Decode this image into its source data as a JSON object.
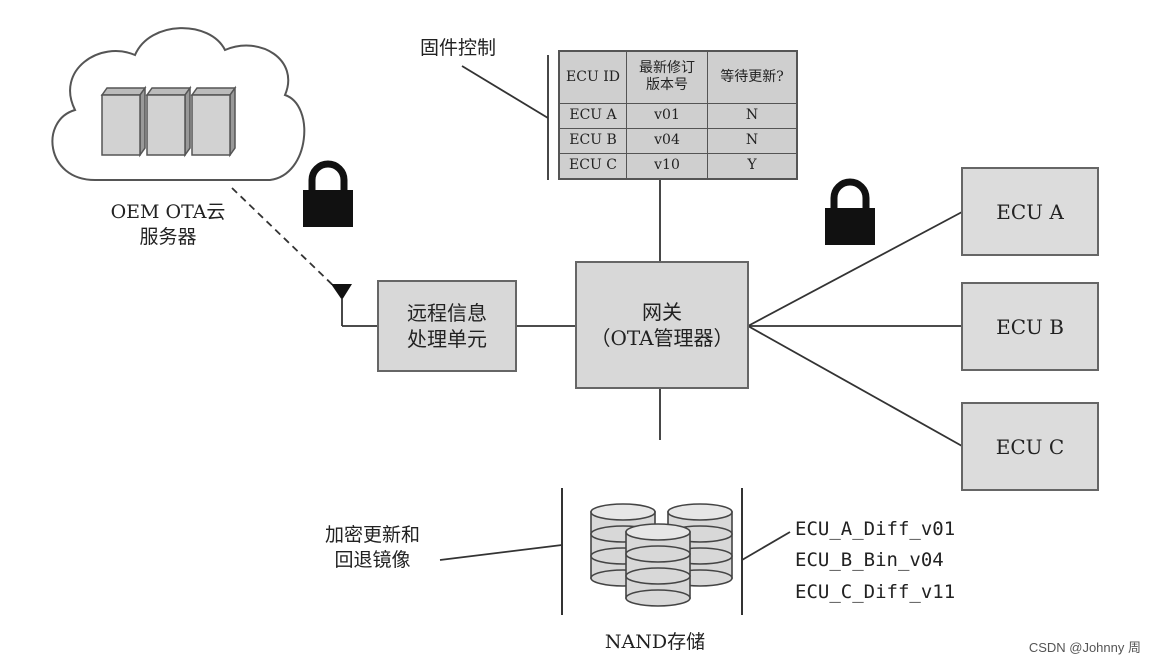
{
  "cloud": {
    "label_line1": "OEM OTA云",
    "label_line2": "服务器"
  },
  "firmware_control": {
    "label": "固件控制",
    "headers": [
      "ECU ID",
      "最新修订\n版本号",
      "等待更新?"
    ],
    "rows": [
      [
        "ECU A",
        "v01",
        "N"
      ],
      [
        "ECU B",
        "v04",
        "N"
      ],
      [
        "ECU C",
        "v10",
        "Y"
      ]
    ]
  },
  "telematics": {
    "line1": "远程信息",
    "line2": "处理单元"
  },
  "gateway": {
    "line1": "网关",
    "line2": "（OTA管理器）"
  },
  "ecus": [
    "ECU A",
    "ECU B",
    "ECU C"
  ],
  "storage": {
    "label": "NAND存储",
    "encrypted_line1": "加密更新和",
    "encrypted_line2": "回退镜像",
    "files": [
      "ECU_A_Diff_v01",
      "ECU_B_Bin_v04",
      "ECU_C_Diff_v11"
    ]
  },
  "footer": "CSDN @Johnny 周"
}
